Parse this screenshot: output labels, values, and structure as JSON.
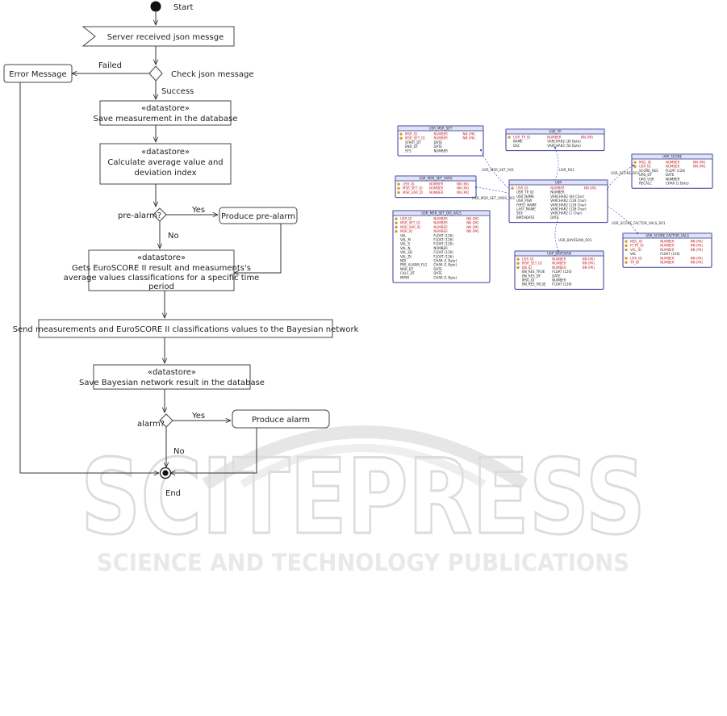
{
  "flow": {
    "start": "Start",
    "received": "Server received json messge",
    "check": "Check json message",
    "failed": "Failed",
    "error": "Error Message",
    "success": "Success",
    "save_store": "«datastore»",
    "save_text": "Save measurement in the database",
    "calc_store": "«datastore»",
    "calc_line1": "Calculate average value and",
    "calc_line2": "deviation index",
    "prealarm_q": "pre-alarm?",
    "yes1": "Yes",
    "produce_prealarm": "Produce pre-alarm",
    "no1": "No",
    "gets_store": "«datastore»",
    "gets_line1": "Gets EuroSCORE II result and measuments's",
    "gets_line2": "average values classifications for a specific time",
    "gets_line3": "period",
    "send": "Send measurements and EuroSCORE II classifications values to the Bayesian network",
    "bayes_store": "«datastore»",
    "bayes_text": "Save Bayesian network result in the database",
    "alarm_q": "alarm?",
    "yes2": "Yes",
    "produce_alarm": "Produce alarm",
    "no2": "No",
    "end": "End"
  },
  "er": {
    "tables": [
      {
        "name": "USR_MSR_SET",
        "rows": [
          [
            "MSR_ID",
            "NUMBER",
            "NN (PK)"
          ],
          [
            "MSR_SET_ID",
            "NUMBER",
            "NN (PK)"
          ],
          [
            "START_DT",
            "DATE",
            ""
          ],
          [
            "END_DT",
            "DATE",
            ""
          ],
          [
            "STS",
            "NUMBER",
            ""
          ]
        ]
      },
      {
        "name": "USR_TP",
        "rows": [
          [
            "USR_TP_ID",
            "NUMBER",
            "NN (PK)"
          ],
          [
            "NAME",
            "VARCHAR2 (30 Byte)",
            ""
          ],
          [
            "DSC",
            "VARCHAR2 (50 Byte)",
            ""
          ]
        ]
      },
      {
        "name": "USR_SCORE",
        "rows": [
          [
            "MDL_ID",
            "NUMBER",
            "NN (PK)"
          ],
          [
            "USR_ID",
            "NUMBER",
            "NN (PK)"
          ],
          [
            "SCORE_RES",
            "FLOAT (126)",
            ""
          ],
          [
            "UPD_DT",
            "DATE",
            ""
          ],
          [
            "UPD_USR",
            "NUMBER",
            ""
          ],
          [
            "RECALC",
            "CHAR (1 Byte)",
            ""
          ]
        ]
      },
      {
        "name": "USR_MSR_SET_VARS",
        "rows": [
          [
            "USR_ID",
            "NUMBER",
            "NN (PK)"
          ],
          [
            "MSR_SET_ID",
            "NUMBER",
            "NN (PK)"
          ],
          [
            "MSR_VAR_ID",
            "NUMBER",
            "NN (PK)"
          ]
        ]
      },
      {
        "name": "USR",
        "rows": [
          [
            "USR_ID",
            "NUMBER",
            "NN (PK)"
          ],
          [
            "USR_TP_ID",
            "NUMBER",
            ""
          ],
          [
            "USR_NAME",
            "VARCHAR2 (64 Char)",
            ""
          ],
          [
            "USR_PSW",
            "VARCHAR2 (128 Char)",
            ""
          ],
          [
            "FIRST_NAME",
            "VARCHAR2 (128 Char)",
            ""
          ],
          [
            "LAST_NAME",
            "VARCHAR2 (128 Char)",
            ""
          ],
          [
            "SEX",
            "VARCHAR2 (1 Char)",
            ""
          ],
          [
            "BIRTHDATE",
            "DATE",
            ""
          ]
        ]
      },
      {
        "name": "USR_SCORE_FACTOR_VALS",
        "rows": [
          [
            "MDL_ID",
            "NUMBER",
            "NN (PK)"
          ],
          [
            "FCTR_ID",
            "NUMBER",
            "NN (PK)"
          ],
          [
            "VAL_ID",
            "NUMBER",
            "NN (PK)"
          ],
          [
            "VAL",
            "FLOAT (126)",
            ""
          ],
          [
            "USR_ID",
            "NUMBER",
            "NN (PK)"
          ],
          [
            "TP_ID",
            "NUMBER",
            "NN (PK)"
          ]
        ]
      },
      {
        "name": "USR_MSR_SET_DIS_VALS",
        "rows": [
          [
            "USR_ID",
            "NUMBER",
            "NN (PK)"
          ],
          [
            "MSR_SET_ID",
            "NUMBER",
            "NN (PK)"
          ],
          [
            "MSR_VAR_ID",
            "NUMBER",
            "NN (PK)"
          ],
          [
            "MSR_ID",
            "NUMBER",
            "NN (PK)"
          ],
          [
            "VAL",
            "FLOAT (126)",
            ""
          ],
          [
            "VAL_M",
            "FLOAT (126)",
            ""
          ],
          [
            "VAL_S",
            "FLOAT (126)",
            ""
          ],
          [
            "VAL_N",
            "NUMBER",
            ""
          ],
          [
            "VAL_SD",
            "FLOAT (126)",
            ""
          ],
          [
            "VAL_DI",
            "FLOAT (126)",
            ""
          ],
          [
            "NDI",
            "CHAR (1 Byte)",
            ""
          ],
          [
            "PRE_ALARM_FLG",
            "CHAR (1 Byte)",
            ""
          ],
          [
            "MSR_DT",
            "DATE",
            ""
          ],
          [
            "CALC_DT",
            "DATE",
            ""
          ],
          [
            "MPSR",
            "CHAR (1 Byte)",
            ""
          ]
        ]
      },
      {
        "name": "USR_BAYESIAN",
        "rows": [
          [
            "USR_ID",
            "NUMBER",
            "NN (PK)"
          ],
          [
            "MSR_SET_ID",
            "NUMBER",
            "NN (PK)"
          ],
          [
            "BN_ID",
            "NUMBER",
            "NN (PK)"
          ],
          [
            "BN_RES_TRUE",
            "FLOAT (126)",
            ""
          ],
          [
            "BN_RES_DT",
            "DATE",
            ""
          ],
          [
            "MSG_ID",
            "NUMBER",
            ""
          ],
          [
            "BN_RES_FALSE",
            "FLOAT (126)",
            ""
          ]
        ]
      }
    ],
    "relations": [
      "USR_MSR_SET_R01",
      "USR_R01",
      "USR_SCORE_R01",
      "USR_MSR_SET_VARS_R01",
      "USR_BAYESIAN_R01",
      "USR_SCORE_FACTOR_VALS_R01"
    ]
  },
  "watermark": {
    "big": "SCITEPRESS",
    "small": "SCIENCE AND TECHNOLOGY PUBLICATIONS"
  }
}
